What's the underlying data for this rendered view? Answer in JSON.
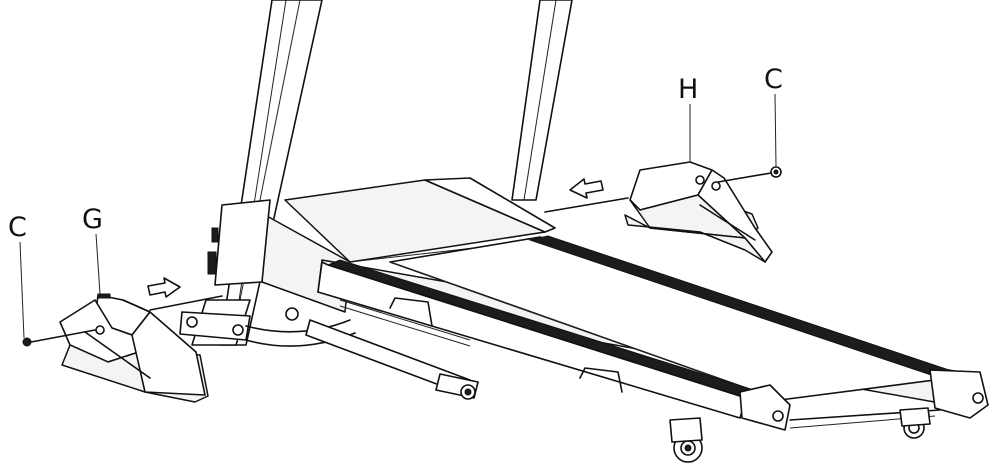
{
  "labels": {
    "left_screw": "C",
    "left_cover": "G",
    "right_cover": "H",
    "right_screw": "C"
  },
  "icons": {
    "left_arrow": "arrow-right-icon",
    "right_arrow": "arrow-left-icon"
  }
}
